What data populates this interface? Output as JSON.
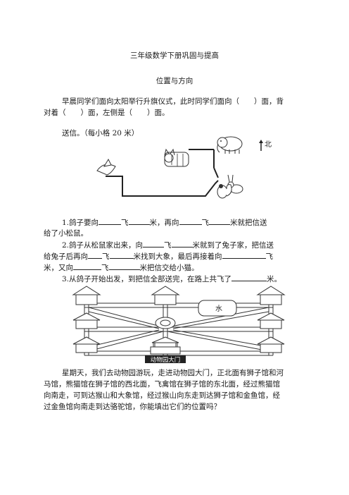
{
  "doc": {
    "title": "三年级数学下册巩固与提高",
    "subtitle": "位置与方向"
  },
  "q1": {
    "line1": "早晨同学们面向太阳举行升旗仪式，此时同学们面向（　　）面，背",
    "line2": "对着（　　）面，左侧是（　　）面。"
  },
  "q2": {
    "intro": "送信。（每小格 20 米）",
    "north": "北",
    "s1": {
      "a": "1.鸽子要向",
      "b": "飞",
      "c": "米，再向",
      "d": "飞",
      "e": "米就把信送",
      "f": "给了小松鼠。"
    },
    "s2": {
      "a": "2.鸽子从松鼠家出来，向",
      "b": "飞",
      "c": "米就到了兔子家，把信送",
      "d": "给兔子后再向",
      "e": "飞",
      "f": "米找到大象，最后再接着向",
      "g": "飞",
      "h": "米，又向",
      "i": "飞",
      "j": "米把信交给小猫。"
    },
    "s3": {
      "a": "3.从鸽子开始出发，到把信全部送完，在路上共飞了",
      "b": "米。"
    }
  },
  "zoo": {
    "water": "水",
    "gate": "动物园大门",
    "p1": "星期天，我们去动物园游玩，走进动物园大门，正北面有狮子馆和河",
    "p2": "马馆，熊猫馆在狮子馆的西北面，飞禽馆在狮子馆的东北面，经过熊猫馆",
    "p3": "向南走，可到达猴山和大象馆，经过猴山向东走到达狮子馆和金鱼馆，经",
    "p4": "过金鱼馆向南走到达骆驼馆，你能填出它们的位置吗？"
  }
}
